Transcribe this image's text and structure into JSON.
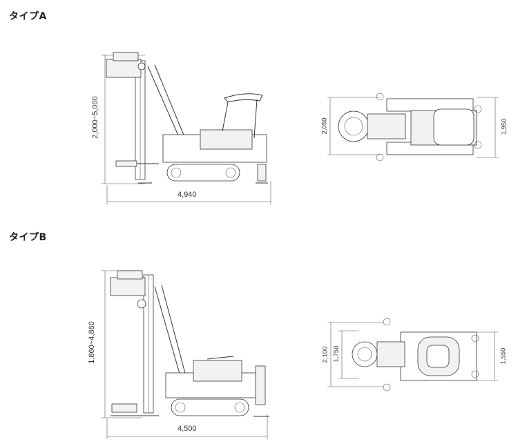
{
  "type_a": {
    "heading": "タイプA",
    "height_dim": "2,000~5,000",
    "length_dim": "4,940",
    "top_width_dim": "2,050",
    "top_track_dim": "1,950"
  },
  "type_b": {
    "heading": "タイプB",
    "height_dim": "1,860~4,860",
    "length_dim": "4,500",
    "top_width_dim": "2,100",
    "top_inner_dim": "1,750",
    "top_track_dim": "1,550"
  },
  "colors": {
    "line": "#333333",
    "background": "#ffffff"
  }
}
